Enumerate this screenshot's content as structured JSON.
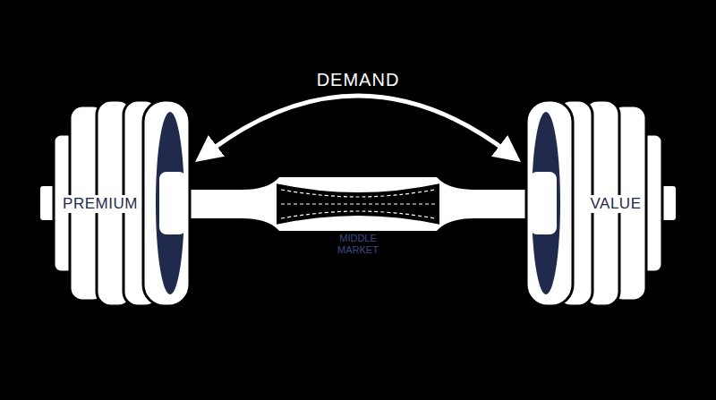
{
  "diagram": {
    "nodes": [
      {
        "text": [
          "PREMIUM"
        ]
      },
      {
        "text": [
          "VALUE"
        ]
      }
    ],
    "edges": [
      {
        "from": 0,
        "to": 1,
        "label": "DEMAND",
        "arrow": "both"
      }
    ],
    "labels": [
      "MIDDLE MARKET"
    ]
  }
}
